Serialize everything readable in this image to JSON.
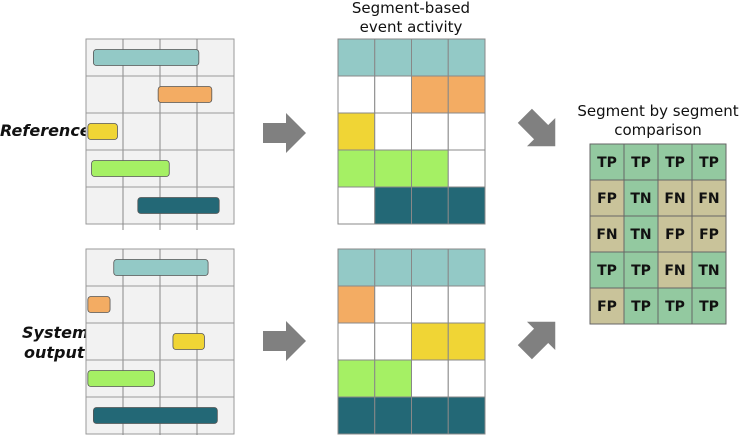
{
  "labels": {
    "reference": "Reference",
    "system_line1": "System",
    "system_line2": "output",
    "activity_title_line1": "Segment-based",
    "activity_title_line2": "event activity",
    "comparison_title_line1": "Segment by segment",
    "comparison_title_line2": "comparison"
  },
  "colors": {
    "teal": "#93C9C6",
    "orange": "#F3AC63",
    "yellow": "#F0D535",
    "green": "#A5F064",
    "dark_teal": "#236876",
    "tp_green": "#93C9A0",
    "tan": "#C9C39A",
    "arrow": "#808080",
    "bg_panel": "#F2F2F2"
  },
  "reference_timeline": {
    "rows": 5,
    "segments": 4,
    "events": [
      {
        "row": 0,
        "start": 0.2,
        "end": 3.05,
        "color": "teal"
      },
      {
        "row": 1,
        "start": 1.95,
        "end": 3.4,
        "color": "orange"
      },
      {
        "row": 2,
        "start": 0.05,
        "end": 0.85,
        "color": "yellow"
      },
      {
        "row": 3,
        "start": 0.15,
        "end": 2.25,
        "color": "green"
      },
      {
        "row": 4,
        "start": 1.4,
        "end": 3.6,
        "color": "dark_teal"
      }
    ]
  },
  "system_timeline": {
    "rows": 5,
    "segments": 4,
    "events": [
      {
        "row": 0,
        "start": 0.75,
        "end": 3.3,
        "color": "teal"
      },
      {
        "row": 1,
        "start": 0.05,
        "end": 0.65,
        "color": "orange"
      },
      {
        "row": 2,
        "start": 2.35,
        "end": 3.2,
        "color": "yellow"
      },
      {
        "row": 3,
        "start": 0.05,
        "end": 1.85,
        "color": "green"
      },
      {
        "row": 4,
        "start": 0.2,
        "end": 3.55,
        "color": "dark_teal"
      }
    ]
  },
  "reference_activity": [
    [
      "teal",
      "teal",
      "teal",
      "teal"
    ],
    [
      "",
      "",
      "orange",
      "orange"
    ],
    [
      "yellow",
      "",
      "",
      ""
    ],
    [
      "green",
      "green",
      "green",
      ""
    ],
    [
      "",
      "dark_teal",
      "dark_teal",
      "dark_teal"
    ]
  ],
  "system_activity": [
    [
      "teal",
      "teal",
      "teal",
      "teal"
    ],
    [
      "orange",
      "",
      "",
      ""
    ],
    [
      "",
      "",
      "yellow",
      "yellow"
    ],
    [
      "green",
      "green",
      "",
      ""
    ],
    [
      "dark_teal",
      "dark_teal",
      "dark_teal",
      "dark_teal"
    ]
  ],
  "comparison": [
    [
      "TP",
      "TP",
      "TP",
      "TP"
    ],
    [
      "FP",
      "TN",
      "FN",
      "FN"
    ],
    [
      "FN",
      "TN",
      "FP",
      "FP"
    ],
    [
      "TP",
      "TP",
      "FN",
      "TN"
    ],
    [
      "FP",
      "TP",
      "TP",
      "TP"
    ]
  ]
}
